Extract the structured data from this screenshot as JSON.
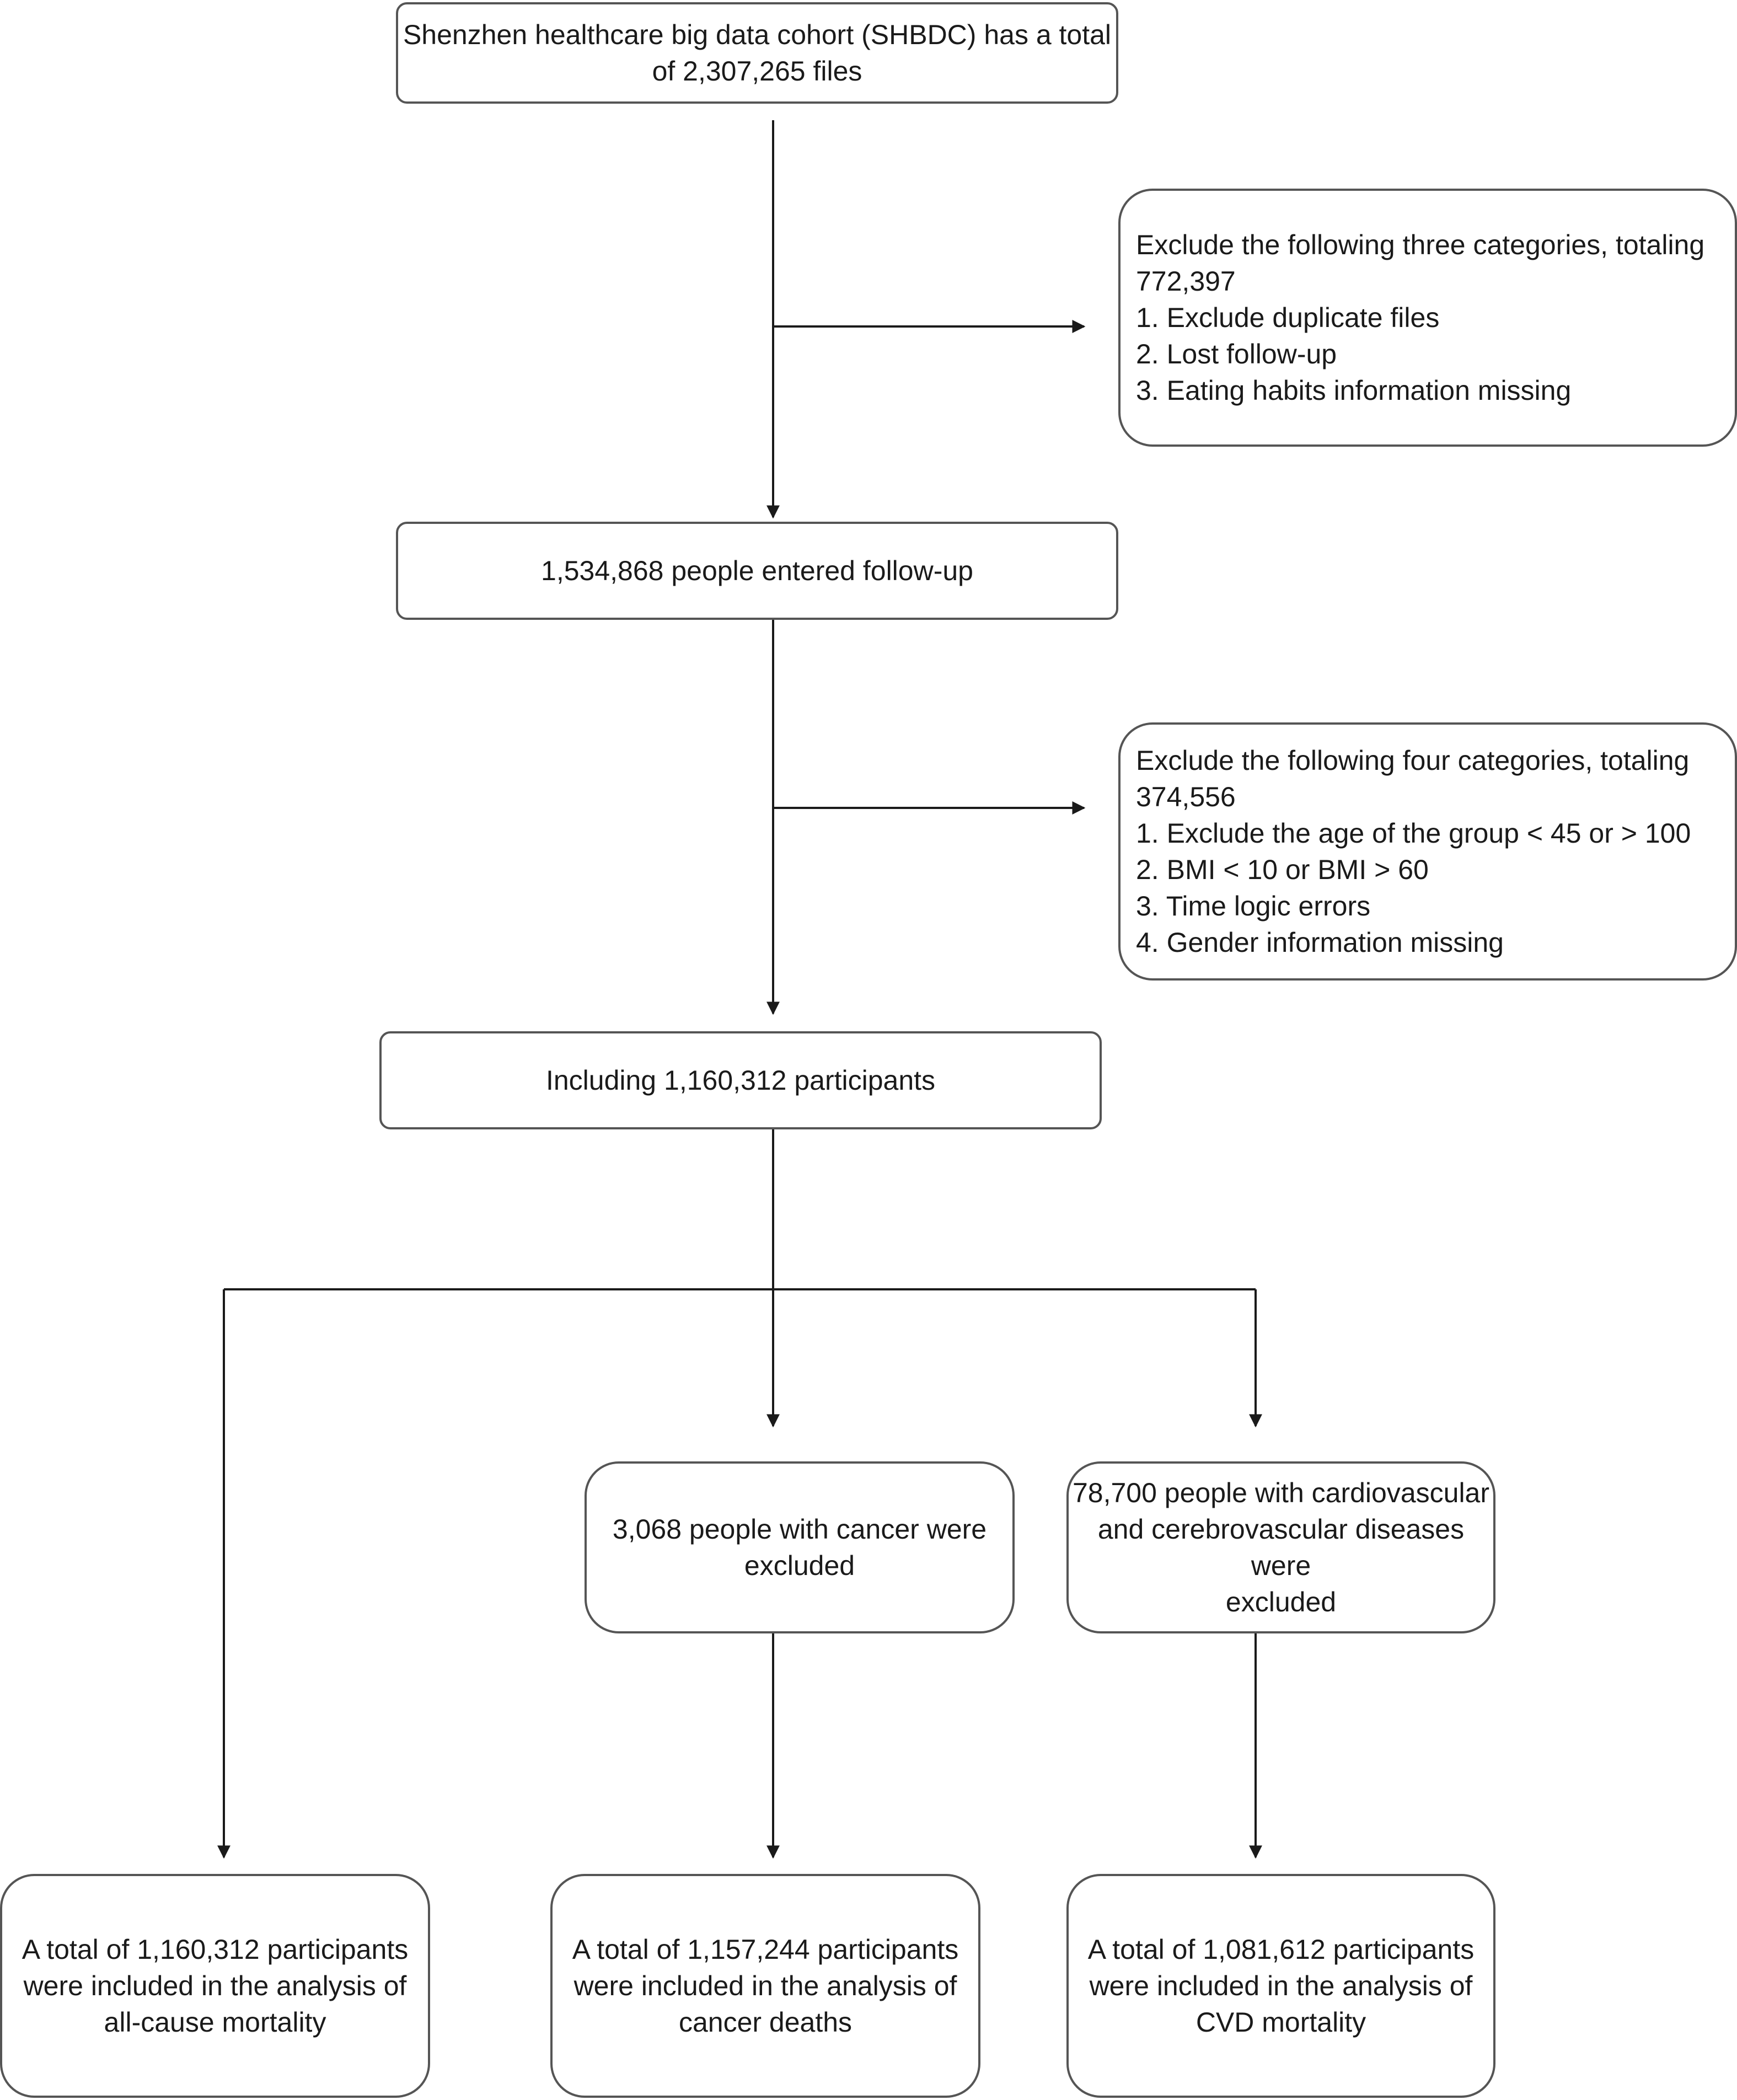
{
  "colors": {
    "stroke": "#1a1a1a",
    "box_border": "#555555",
    "text": "#1a1a1a",
    "background": "#ffffff"
  },
  "boxes": {
    "shbdc": {
      "line1": "Shenzhen healthcare big data cohort (SHBDC) has a total",
      "line2": "of 2,307,265 files"
    },
    "exclude1": {
      "heading1": "Exclude the following three categories, totaling",
      "heading2": "772,397",
      "items": [
        "1. Exclude duplicate files",
        "2. Lost follow-up",
        "3. Eating habits information missing"
      ]
    },
    "followup": {
      "text": "1,534,868 people entered follow-up"
    },
    "exclude2": {
      "heading1": "Exclude the following four categories, totaling",
      "heading2": "374,556",
      "items": [
        "1. Exclude the age of the group < 45 or > 100",
        "2. BMI < 10 or BMI > 60",
        "3. Time logic errors",
        "4. Gender information missing"
      ]
    },
    "including": {
      "text": "Including 1,160,312 participants"
    },
    "cancer_excluded": {
      "line1": "3,068 people with cancer were",
      "line2": "excluded"
    },
    "cvd_excluded": {
      "line1": "78,700 people with cardiovascular",
      "line2": "and cerebrovascular diseases were",
      "line3": "excluded"
    },
    "allcause": {
      "line1": "A total of 1,160,312 participants",
      "line2": "were included in the analysis of",
      "line3": "all-cause mortality"
    },
    "cancer_deaths": {
      "line1": "A total of 1,157,244 participants",
      "line2": "were included in the analysis of",
      "line3": "cancer deaths"
    },
    "cvd_mortality": {
      "line1": "A total of 1,081,612 participants",
      "line2": "were included in the analysis of",
      "line3": "CVD mortality"
    }
  }
}
